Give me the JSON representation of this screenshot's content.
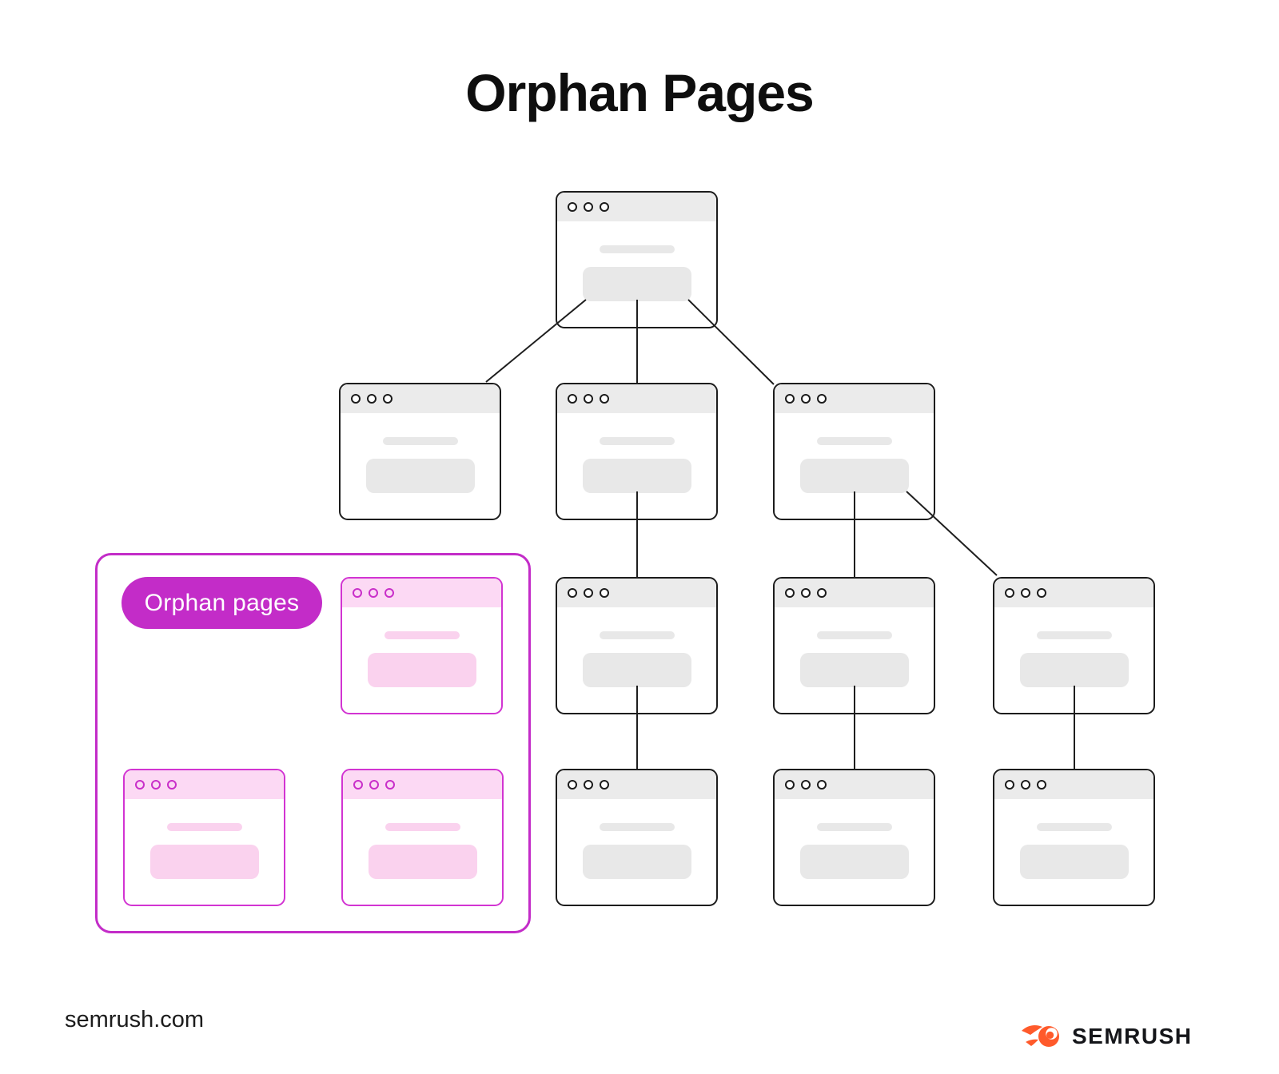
{
  "title": "Orphan Pages",
  "orphan_group": {
    "label": "Orphan pages"
  },
  "footer": {
    "site": "semrush.com",
    "brand": "SEMRUSH"
  },
  "diagram": {
    "type": "site-structure-tree",
    "linked_window_count": 10,
    "orphan_window_count": 3,
    "levels": 4
  },
  "colors": {
    "accent_magenta": "#c32cc8",
    "orphan_window_outline": "#d234d2",
    "orphan_window_header_pink": "#fcd9f4",
    "orphan_window_fill_pink": "#fad2ee",
    "gray_window_outline": "#1c1c1c",
    "gray_window_header": "#ebebeb",
    "gray_window_fill": "#e8e8e8",
    "connector_line": "#1e1e1e",
    "brand_orange": "#ff5a2b",
    "title_text": "#0e0e0e"
  }
}
